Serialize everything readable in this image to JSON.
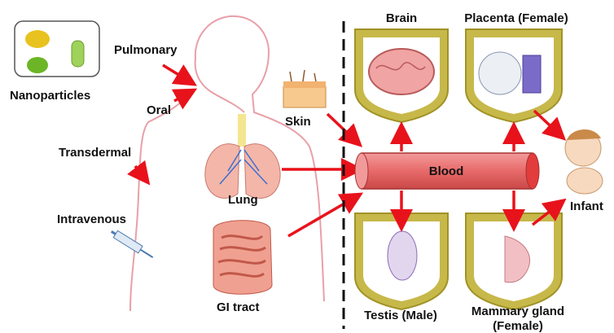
{
  "nanoparticles": {
    "label": "Nanoparticles",
    "colors": [
      "#e8c21e",
      "#6bb526",
      "#9fd25a"
    ]
  },
  "routes": {
    "pulmonary": "Pulmonary",
    "oral": "Oral",
    "skin": "Skin",
    "transdermal": "Transdermal",
    "intravenous": "Intravenous"
  },
  "organs": {
    "lung": "Lung",
    "gi_tract": "GI tract"
  },
  "blood": {
    "label": "Blood",
    "color": "#e86a6a"
  },
  "targets": {
    "brain": "Brain",
    "placenta": "Placenta (Female)",
    "testis": "Testis (Male)",
    "mammary_line1": "Mammary gland",
    "mammary_line2": "(Female)",
    "infant": "Infant"
  },
  "colors": {
    "arrow": "#e8121b",
    "shield_fill": "#c7b84a",
    "shield_border": "#a19226",
    "body_outline": "#e8a0a8"
  }
}
